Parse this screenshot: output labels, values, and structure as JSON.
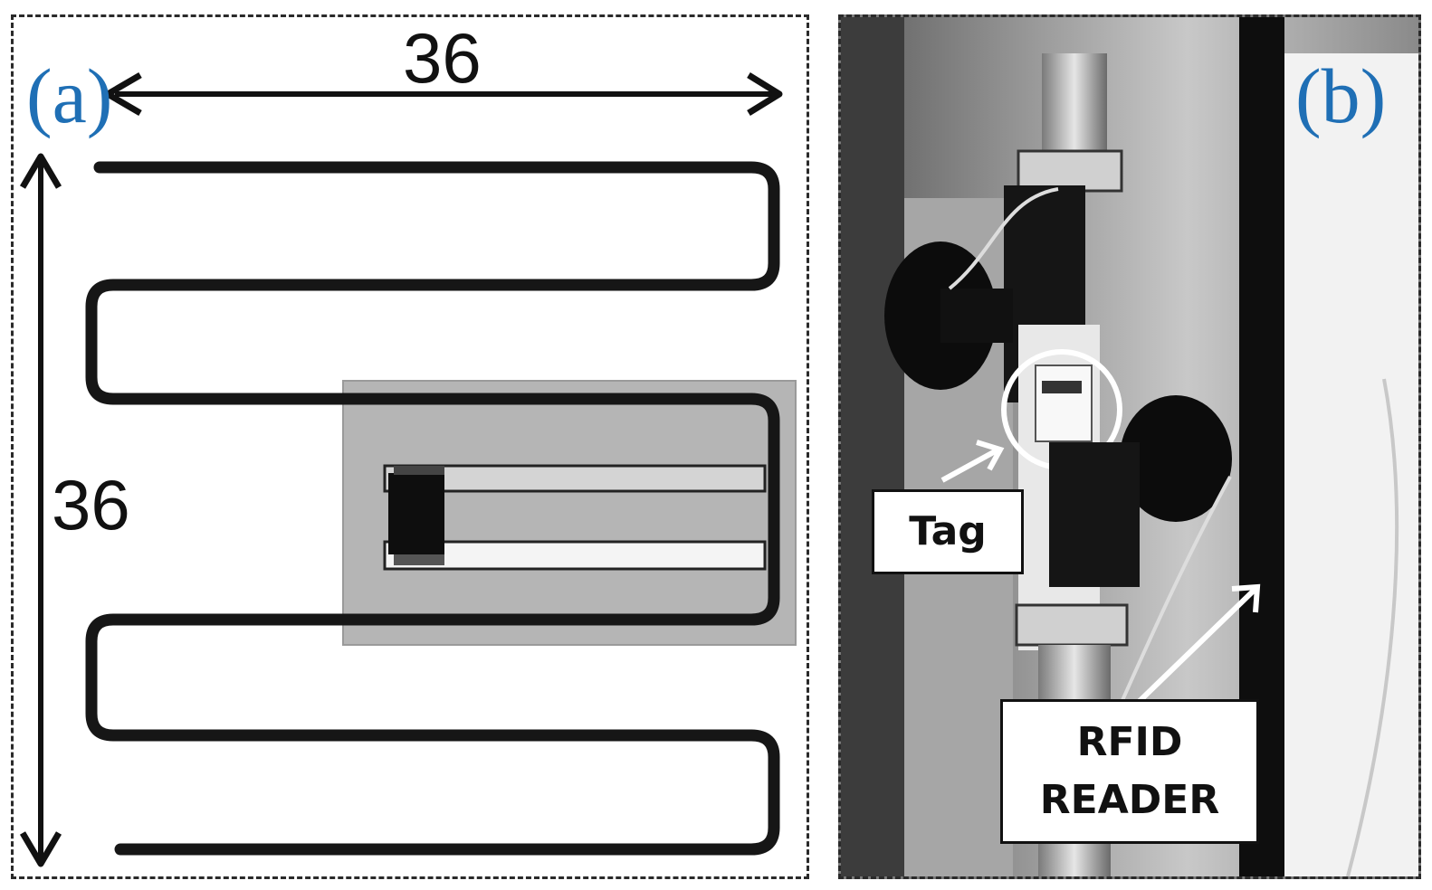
{
  "panel_a": {
    "label": "(a)",
    "width_dimension": "36",
    "height_dimension": "36"
  },
  "panel_b": {
    "label": "(b)",
    "callout_tag": "Tag",
    "callout_reader_line1": "RFID",
    "callout_reader_line2": "READER"
  },
  "colors": {
    "panel_label": "#1f6fb5",
    "trace": "#161616",
    "substrate": "#b8b8b8",
    "frame_dark": "#0e0e0e"
  }
}
